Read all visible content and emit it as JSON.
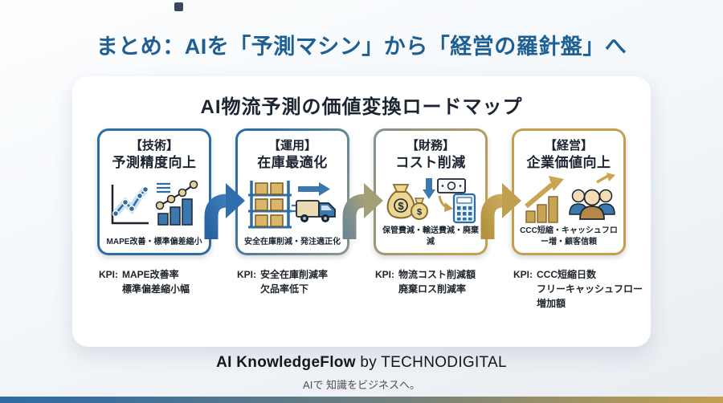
{
  "page": {
    "title": "まとめ：AIを「予測マシン」から「経営の羅針盤」へ"
  },
  "roadmap": {
    "title": "AI物流予測の価値変換ロードマップ",
    "stages": [
      {
        "category": "【技術】",
        "name": "予測精度向上",
        "icon": "trend-analytics-icon",
        "caption": "MAPE改善・標準偏差縮小",
        "kpi_prefix": "KPI:",
        "kpi_lines": [
          "MAPE改善率",
          "標準偏差縮小幅"
        ],
        "accent_from": "#2e6da4",
        "accent_to": "#2e6da4"
      },
      {
        "category": "【運用】",
        "name": "在庫最適化",
        "icon": "warehouse-truck-icon",
        "caption": "安全在庫削減・発注適正化",
        "kpi_prefix": "KPI:",
        "kpi_lines": [
          "安全在庫削減率",
          "欠品率低下"
        ],
        "accent_from": "#2e6da4",
        "accent_to": "#88948a"
      },
      {
        "category": "【財務】",
        "name": "コスト削減",
        "icon": "money-cost-reduction-icon",
        "caption": "保管費減・輸送費減・廃棄減",
        "kpi_prefix": "KPI:",
        "kpi_lines": [
          "物流コスト削減額",
          "廃棄ロス削減率"
        ],
        "accent_from": "#88948a",
        "accent_to": "#c2a050"
      },
      {
        "category": "【経営】",
        "name": "企業価値向上",
        "icon": "growth-people-icon",
        "caption": "CCC短縮・キャッシュフロー増・顧客信頼",
        "kpi_prefix": "KPI:",
        "kpi_lines": [
          "CCC短縮日数",
          "フリーキャッシュフロー",
          "増加額"
        ],
        "accent_from": "#c2a050",
        "accent_to": "#c2a050"
      }
    ],
    "arrow_colors": [
      "#2f6fae",
      "#6f8894→#a7a177",
      "#c0a04f"
    ]
  },
  "icons": {
    "dollar": "$"
  },
  "footer": {
    "brand": "AI KnowledgeFlow",
    "by_text": "by TECHNODIGITAL",
    "tagline": "AIで 知識をビジネスへ。"
  },
  "colors": {
    "title_blue": "#1e5f94",
    "text_navy": "#1b2431",
    "accent_blue": "#2e6da4",
    "accent_sage": "#88948a",
    "accent_gold": "#c2a050",
    "card_bg": "#ffffff"
  }
}
